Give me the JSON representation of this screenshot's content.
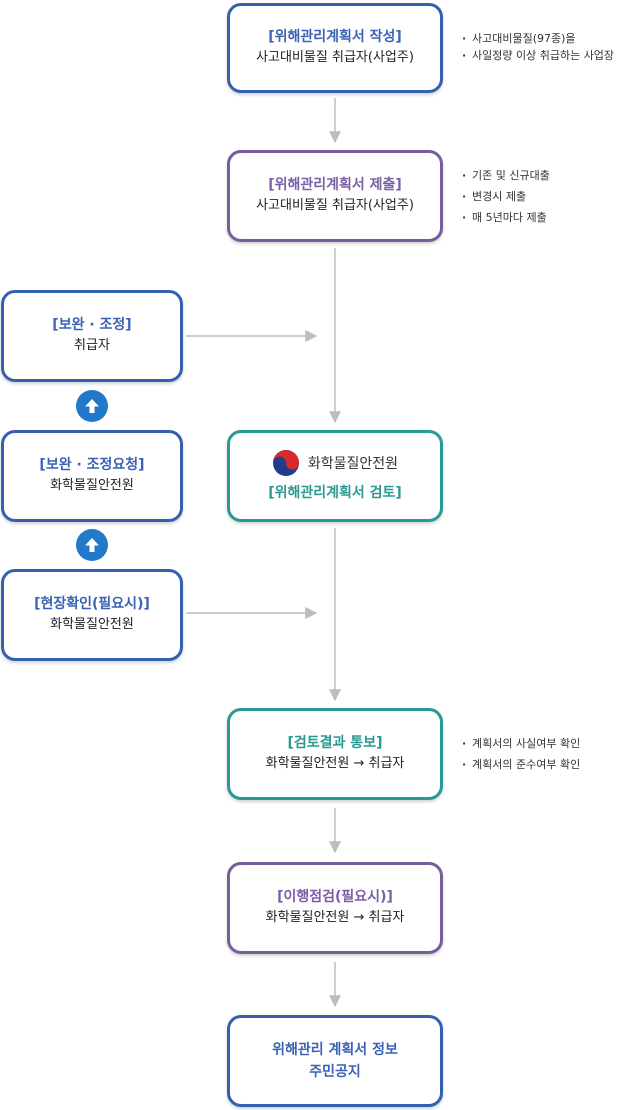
{
  "steps": [
    {
      "title": "[위해관리계획서 작성]",
      "subtitle": "사고대비물질 취급자(사업주)"
    },
    {
      "title": "[위해관리계획서 제출]",
      "subtitle": "사고대비물질 취급자(사업주)"
    },
    {
      "title": "[위해관리계획서 검토]",
      "logo_text": "화학물질안전원"
    },
    {
      "title": "[검토결과 통보]",
      "subtitle": "화학물질안전원 → 취급자"
    },
    {
      "title": "[이행점검(필요시)]",
      "subtitle": "화학물질안전원 → 취급자"
    },
    {
      "line1": "위해관리 계획서 정보",
      "line2": "주민공지"
    }
  ],
  "side_steps": [
    {
      "title": "[보완 · 조정]",
      "subtitle": "취급자"
    },
    {
      "title": "[보완 · 조정요청]",
      "subtitle": "화학물질안전원"
    },
    {
      "title": "[현장확인(필요시)]",
      "subtitle": "화학물질안전원"
    }
  ],
  "notes": {
    "step1": [
      "사고대비물질(97종)을",
      "사일정량 이상 취급하는 사업장"
    ],
    "step2": [
      "기존 및 신규대출",
      "변경시 제출",
      "매 5년마다 제출"
    ],
    "step4": [
      "계획서의 사실여부 확인",
      "계획서의 준수여부 확인"
    ]
  },
  "colors": {
    "blue": "#3560ad",
    "purple": "#775d9c",
    "teal": "#2a9993",
    "arrow_circle": "#2278c9",
    "connector": "#bdbdbd"
  }
}
